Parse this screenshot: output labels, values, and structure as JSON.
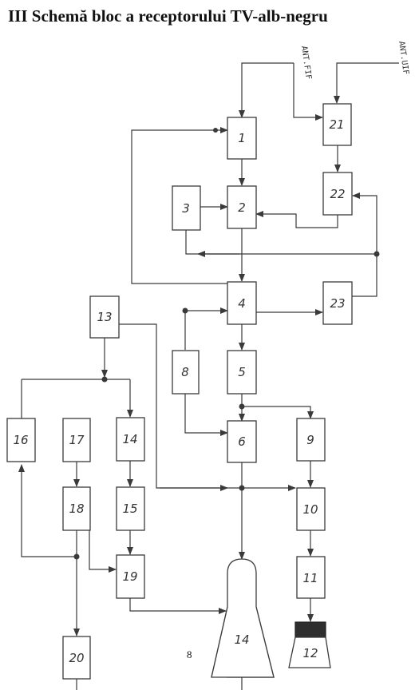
{
  "title": "III Schemă bloc a receptorului TV-alb-negru",
  "page_number": "8",
  "antenna_labels": {
    "fif": "ANT.FIF",
    "uif": "ANT.UIF"
  },
  "blocks": [
    {
      "id": "b1",
      "label": "1"
    },
    {
      "id": "b2",
      "label": "2"
    },
    {
      "id": "b3",
      "label": "3"
    },
    {
      "id": "b4",
      "label": "4"
    },
    {
      "id": "b5",
      "label": "5"
    },
    {
      "id": "b6",
      "label": "6"
    },
    {
      "id": "b8",
      "label": "8"
    },
    {
      "id": "b9",
      "label": "9"
    },
    {
      "id": "b10",
      "label": "10"
    },
    {
      "id": "b11",
      "label": "11"
    },
    {
      "id": "b12",
      "label": "12"
    },
    {
      "id": "b13",
      "label": "13"
    },
    {
      "id": "b14",
      "label": "14"
    },
    {
      "id": "b15",
      "label": "15"
    },
    {
      "id": "b16",
      "label": "16"
    },
    {
      "id": "b17",
      "label": "17"
    },
    {
      "id": "b18",
      "label": "18"
    },
    {
      "id": "b19",
      "label": "19"
    },
    {
      "id": "b20",
      "label": "20"
    },
    {
      "id": "b21",
      "label": "21"
    },
    {
      "id": "b22",
      "label": "22"
    },
    {
      "id": "b23",
      "label": "23"
    },
    {
      "id": "kinescope",
      "label": "14"
    }
  ]
}
